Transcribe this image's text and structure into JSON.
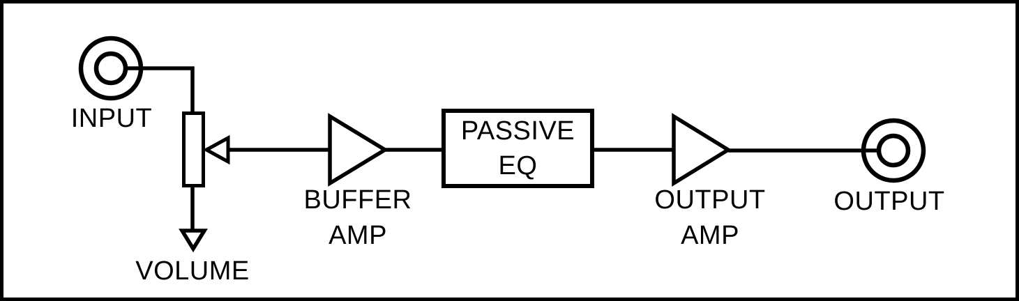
{
  "diagram": {
    "background_color": "#ffffff",
    "line_color": "#000000",
    "labels": {
      "input": "INPUT",
      "volume": "VOLUME",
      "buffer_amp": "BUFFER\nAMP",
      "passive_eq": "PASSIVE\nEQ",
      "output_amp": "OUTPUT\nAMP",
      "output": "OUTPUT"
    },
    "signal_chain": [
      {
        "id": "input-jack",
        "type": "connector",
        "label": "INPUT"
      },
      {
        "id": "volume-pot",
        "type": "potentiometer",
        "label": "VOLUME"
      },
      {
        "id": "buffer-amp",
        "type": "amplifier",
        "label": "BUFFER AMP"
      },
      {
        "id": "passive-eq",
        "type": "block",
        "label": "PASSIVE EQ"
      },
      {
        "id": "output-amp",
        "type": "amplifier",
        "label": "OUTPUT AMP"
      },
      {
        "id": "output-jack",
        "type": "connector",
        "label": "OUTPUT"
      }
    ]
  }
}
